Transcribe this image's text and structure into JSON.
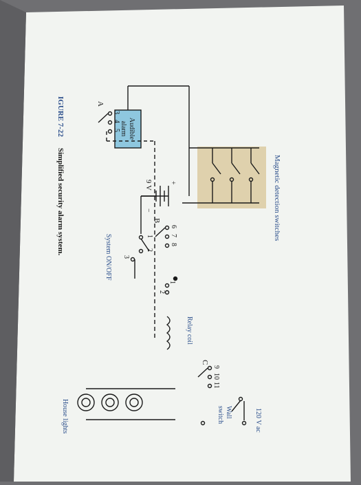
{
  "figure": {
    "caption_label": "IGURE 7-22",
    "caption_title": "Simplified security alarm system.",
    "magnetic_switches_label": "Magnetic detection switches",
    "audible_alarm_line1": "Audible",
    "audible_alarm_line2": "alarm",
    "battery_label": "9 V",
    "battery_plus": "+",
    "battery_minus": "−",
    "system_switch_label": "System ON/OFF",
    "relay_coil_label": "Relay coil",
    "ac_source_label": "120 V ac",
    "wall_switch_line1": "Wall",
    "wall_switch_line2": "switch",
    "house_lights_label": "House lights",
    "relay_A": "A",
    "relay_B": "B",
    "relay_C": "C",
    "terminal_1": "1",
    "terminal_2": "2",
    "terminal_3": "3",
    "terminal_4": "4",
    "terminal_5": "5",
    "terminal_6": "6",
    "terminal_7": "7",
    "terminal_8": "8",
    "terminal_9": "9",
    "terminal_10": "10",
    "terminal_11": "11",
    "coil_1": "1",
    "coil_2": "2",
    "sys_1": "1",
    "sys_2": "2",
    "sys_3": "3"
  },
  "colors": {
    "paper": "#f2f4f1",
    "ink": "#1a1a1a",
    "label_blue": "#2c4f8c",
    "alarm_fill": "#8ec7df",
    "switch_fill": "#dfd1ad",
    "background": "#6f6f72"
  }
}
